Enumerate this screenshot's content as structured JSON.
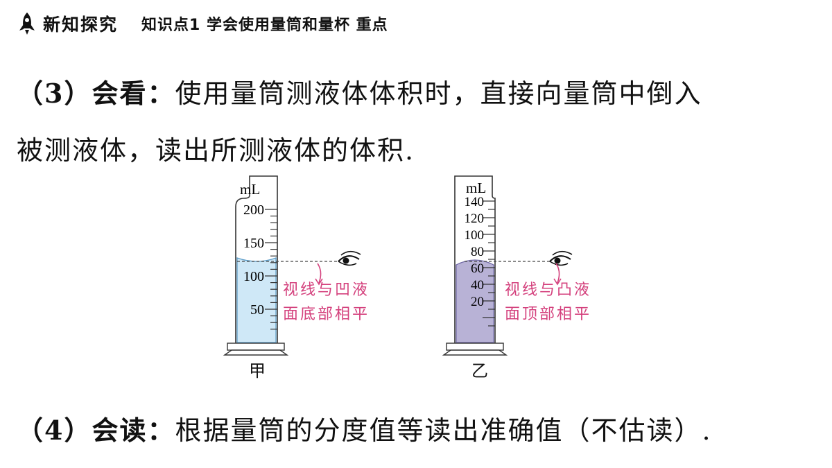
{
  "header": {
    "section": "新知探究",
    "topic": "知识点1  学会使用量筒和量杯  重点"
  },
  "paragraph3": {
    "label": "（3）会看：",
    "line1_rest": "使用量筒测液体体积时，直接向量筒中倒入",
    "line2": "被测液体，读出所测液体的体积."
  },
  "figure": {
    "cylinder_a": {
      "unit": "mL",
      "ticks": [
        "200",
        "150",
        "100",
        "50"
      ],
      "caption": "甲",
      "note_line1": "视线与凹液",
      "note_line2": "面底部相平",
      "liquid_color": "#cfe8f7"
    },
    "cylinder_b": {
      "unit": "mL",
      "ticks": [
        "140",
        "120",
        "100",
        "80",
        "60",
        "40",
        "20"
      ],
      "caption": "乙",
      "note_line1": "视线与凸液",
      "note_line2": "面顶部相平",
      "liquid_color": "#b8b2d6"
    },
    "note_color": "#d4417d"
  },
  "paragraph4": {
    "label": "（4）会读：",
    "rest": "根据量筒的分度值等读出准确值（不估读）."
  }
}
